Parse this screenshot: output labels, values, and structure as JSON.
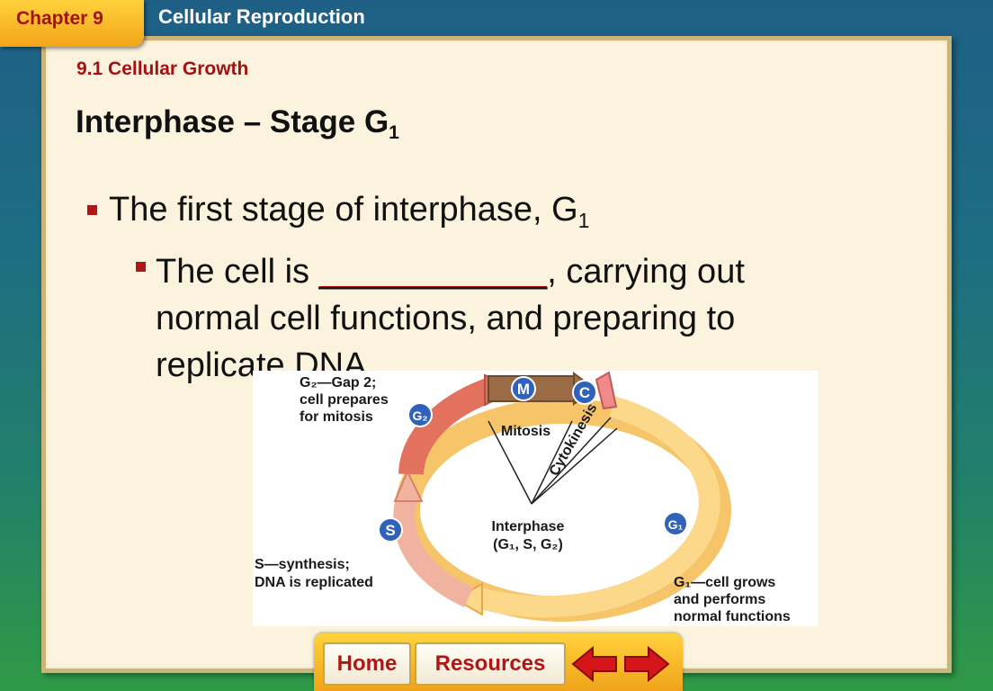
{
  "header": {
    "chapter": "Chapter 9",
    "title": "Cellular Reproduction"
  },
  "slide": {
    "section": "9.1 Cellular Growth",
    "title": "Interphase – Stage G",
    "title_sub": "1",
    "bullet1_text": "The first stage of interphase, G",
    "bullet1_sub": "1",
    "bullet2_before": "The cell is ",
    "bullet2_blank": "____________",
    "bullet2_after": ", carrying out normal cell functions, and preparing to replicate DNA."
  },
  "diagram": {
    "g2_label": [
      "G₂—Gap 2;",
      "cell prepares",
      "for mitosis"
    ],
    "s_label": [
      "S—synthesis;",
      "DNA is replicated"
    ],
    "g1_label": [
      "G₁—cell grows",
      "and performs",
      "normal functions"
    ],
    "mitosis_label": "Mitosis",
    "cytokinesis_label": "Cytokinesis",
    "interphase_label": [
      "Interphase",
      "(G₁, S, G₂)"
    ],
    "phase_icons": {
      "m": "M",
      "c": "C",
      "g1": "G₁",
      "g2": "G₂",
      "s": "S"
    },
    "colors": {
      "g1": "#fcd88a",
      "s": "#f0b3a0",
      "g2": "#e2725d",
      "mitosis": "#9a6b45",
      "cytokinesis": "#f08a8a",
      "icon": "#2f62b8"
    }
  },
  "nav": {
    "home": "Home",
    "resources": "Resources",
    "prev_icon": "left-arrow-icon",
    "next_icon": "right-arrow-icon"
  }
}
